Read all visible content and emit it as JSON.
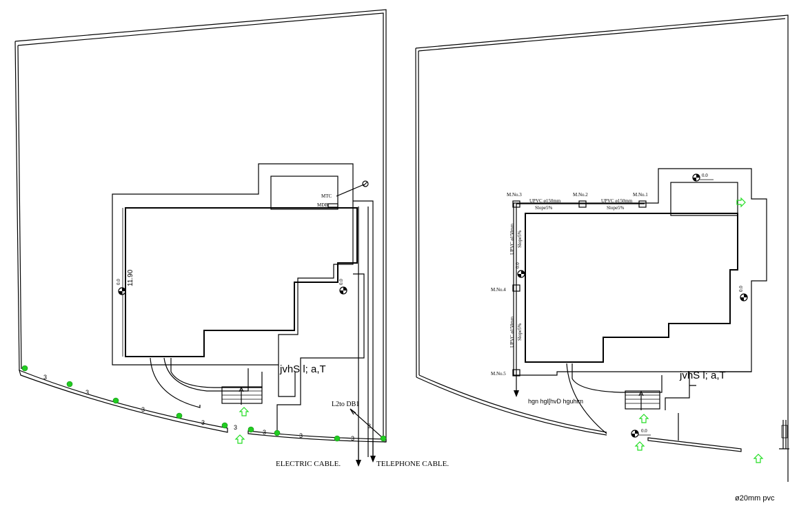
{
  "left_plan": {
    "dimension": "11.90",
    "level_west": "0.0",
    "level_east": "0.0",
    "hindi_title": "jvhS  l; a,T",
    "mtc_label": "MTC",
    "mdb_label": "MDB",
    "feed_label": "L2to DB1",
    "electric_label": "ELECTRIC  CABLE.",
    "telephone_label": "TELEPHONE  CABLE.",
    "cable_marks": [
      "3",
      "3",
      "3",
      "3",
      "3",
      "3",
      "3",
      "3",
      "3"
    ]
  },
  "right_plan": {
    "hindi_title": "jvhS  l; a,T",
    "hindi_note": "hgn  hgl[hvD  hguhlm",
    "manholes": [
      "M.No.1",
      "M.No.2",
      "M.No.3",
      "M.No.4",
      "M.No.5"
    ],
    "pipe_label_1": "UPVC ø150mm",
    "pipe_slope_1": "Slope5%",
    "pipe_label_2": "UPVC ø150mm",
    "pipe_slope_2": "Slope5%",
    "pipe_label_3": "UPVC ø150mm",
    "pipe_slope_3": "Slope5%",
    "pipe_label_4": "UPVC ø150mm",
    "pipe_slope_4": "Slope5%",
    "levels": [
      "0.0",
      "0.0",
      "0.0",
      "0.0"
    ],
    "footnote": "ø20mm pvc"
  },
  "colors": {
    "line": "#000000",
    "accent": "#22cc22"
  }
}
